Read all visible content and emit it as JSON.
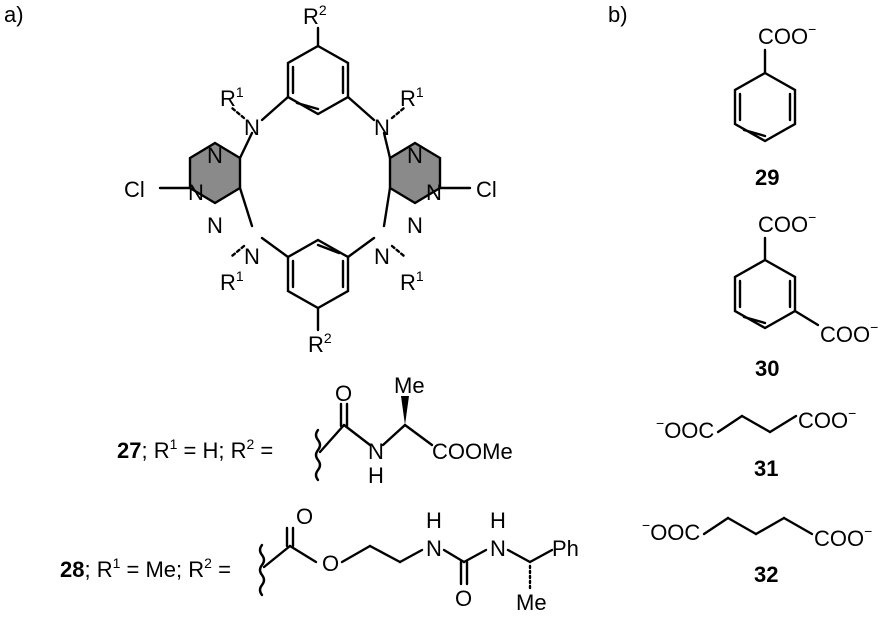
{
  "panels": {
    "a": "a)",
    "b": "b)"
  },
  "macrocycle": {
    "N": "N",
    "Cl": "Cl",
    "R": "R",
    "sub1": "1",
    "sub2": "2"
  },
  "compound27": {
    "number": "27",
    "rest_a": "; R",
    "sup1": "1",
    "rest_b": " = H; R",
    "sup2": "2",
    "rest_c": " =",
    "O": "O",
    "N": "N",
    "H": "H",
    "Me": "Me",
    "ester": "COOMe"
  },
  "compound28": {
    "number": "28",
    "rest_a": "; R",
    "sup1": "1",
    "rest_b": " = Me; R",
    "sup2": "2",
    "rest_c": " =",
    "O": "O",
    "N": "N",
    "H": "H",
    "Ph": "Ph",
    "Me": "Me"
  },
  "anions": {
    "coo": "COO",
    "ooc": "OOC",
    "minus": "−",
    "labels": [
      "29",
      "30",
      "31",
      "32"
    ]
  }
}
